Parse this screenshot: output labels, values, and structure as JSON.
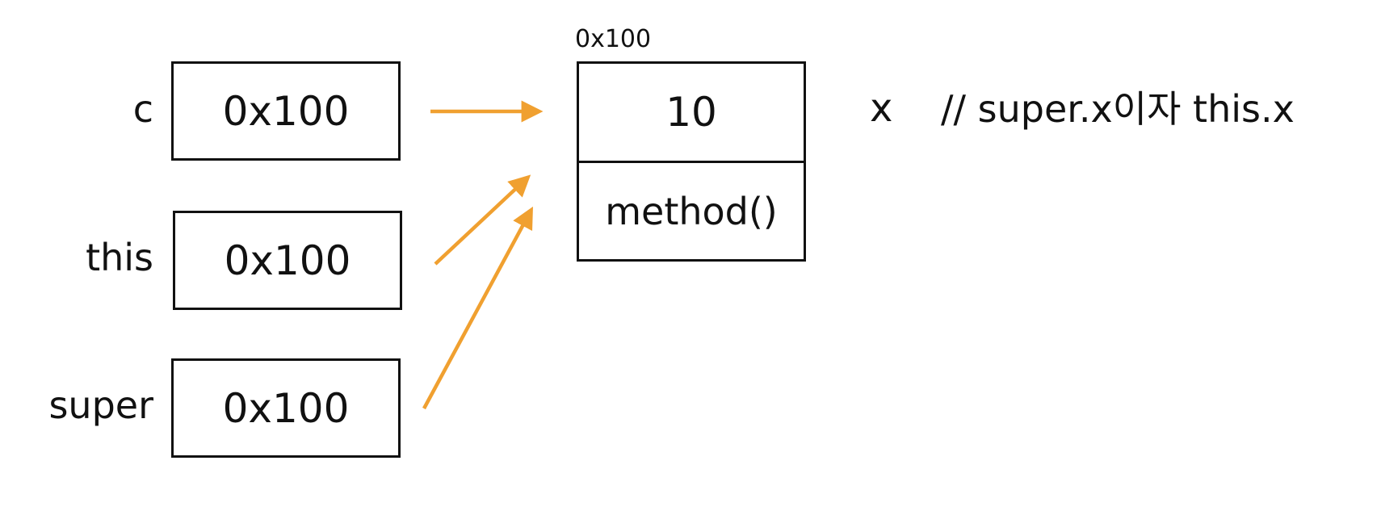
{
  "references": [
    {
      "name": "c",
      "value": "0x100"
    },
    {
      "name": "this",
      "value": "0x100"
    },
    {
      "name": "super",
      "value": "0x100"
    }
  ],
  "heap": {
    "address": "0x100",
    "field_value": "10",
    "method": "method()",
    "field_name": "x",
    "comment": "// super.x이자 this.x"
  },
  "colors": {
    "arrow": "#F0A030",
    "stroke": "#111111"
  }
}
